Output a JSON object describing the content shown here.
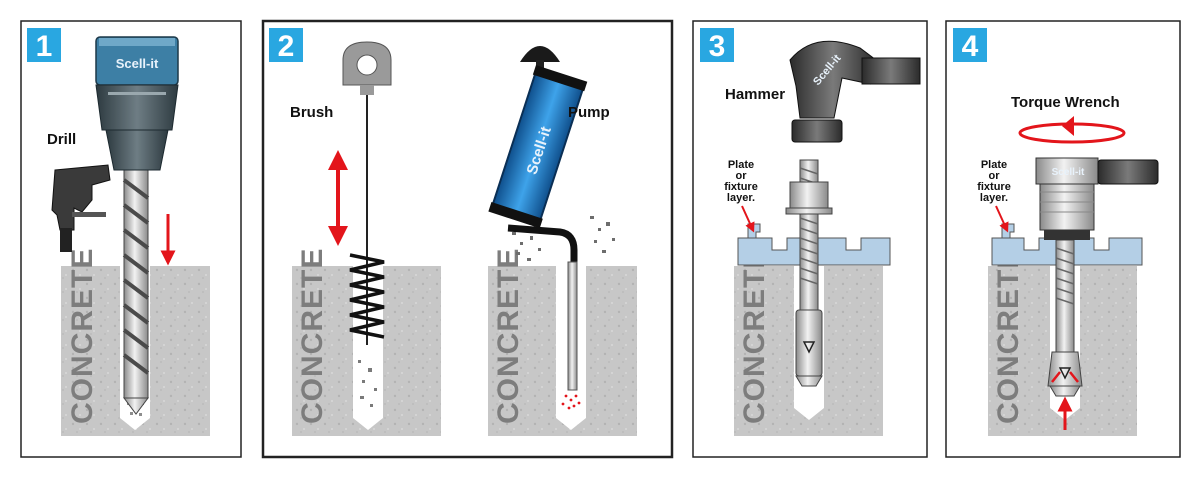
{
  "brand": "Scell-it",
  "steps": [
    {
      "number": "1",
      "tool": "Drill",
      "surface": "CONCRETE"
    },
    {
      "number": "2",
      "tools": [
        "Brush",
        "Pump"
      ],
      "surface": "CONCRETE"
    },
    {
      "number": "3",
      "tool": "Hammer",
      "plate_lines": [
        "Plate",
        "or",
        "fixture",
        "layer."
      ],
      "surface": "CONCRETE"
    },
    {
      "number": "4",
      "tool": "Torque Wrench",
      "plate_lines": [
        "Plate",
        "or",
        "fixture",
        "layer."
      ],
      "surface": "CONCRETE"
    }
  ],
  "colors": {
    "badge": "#29a7e1",
    "concrete": "#c9c9c9",
    "arrow": "#e3151b",
    "plate": "#b4cfe6",
    "tool_blue": "#1d73b9"
  }
}
